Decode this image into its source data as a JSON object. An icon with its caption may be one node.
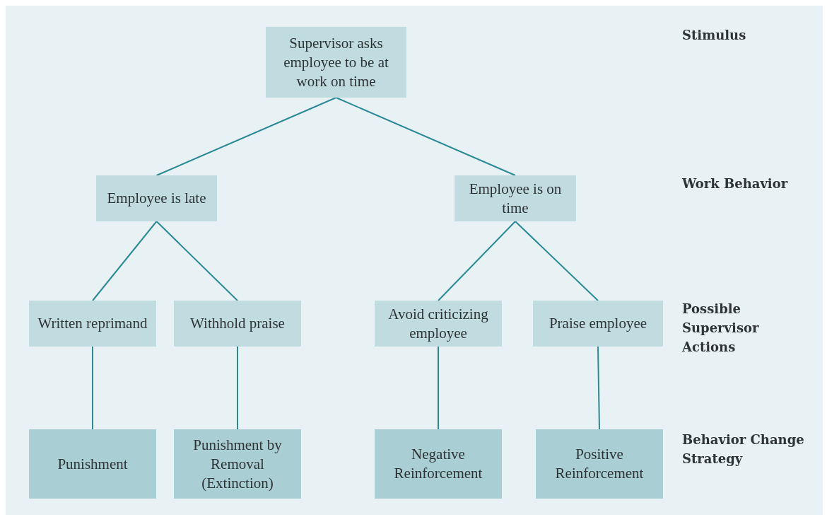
{
  "diagram": {
    "nodes": [
      {
        "text": [
          "Supervisor asks employee to be at work on time"
        ]
      },
      {
        "text": [
          "Employee is late"
        ]
      },
      {
        "text": [
          "Employee is on time"
        ]
      },
      {
        "text": [
          "Written reprimand"
        ]
      },
      {
        "text": [
          "Withhold praise"
        ]
      },
      {
        "text": [
          "Avoid criticizing employee"
        ]
      },
      {
        "text": [
          "Praise employee"
        ]
      },
      {
        "text": [
          "Punishment"
        ]
      },
      {
        "text": [
          "Punishment by Removal (Extinction)"
        ]
      },
      {
        "text": [
          "Negative Reinforcement"
        ]
      },
      {
        "text": [
          "Positive Reinforcement"
        ]
      }
    ],
    "edges": [
      {
        "from": 0,
        "to": 1,
        "arrow": "none"
      },
      {
        "from": 0,
        "to": 2,
        "arrow": "none"
      },
      {
        "from": 1,
        "to": 3,
        "arrow": "none"
      },
      {
        "from": 1,
        "to": 4,
        "arrow": "none"
      },
      {
        "from": 2,
        "to": 5,
        "arrow": "none"
      },
      {
        "from": 2,
        "to": 6,
        "arrow": "none"
      },
      {
        "from": 3,
        "to": 7,
        "arrow": "none"
      },
      {
        "from": 4,
        "to": 8,
        "arrow": "none"
      },
      {
        "from": 5,
        "to": 9,
        "arrow": "none"
      },
      {
        "from": 6,
        "to": 10,
        "arrow": "none"
      }
    ],
    "labels": [
      "Stimulus",
      "Work Behavior",
      "Possible Supervisor Actions",
      "Behavior Change Strategy"
    ]
  }
}
